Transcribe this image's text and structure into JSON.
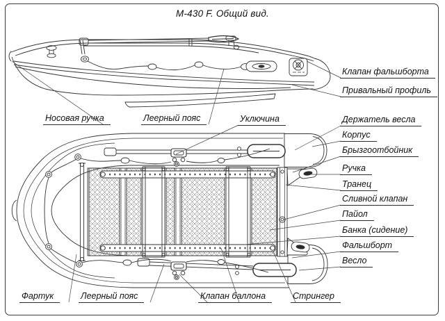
{
  "title": "М-430 F. Общий вид.",
  "colors": {
    "line": "#333333",
    "text": "#111111",
    "background": "#ffffff"
  },
  "parts": {
    "bow_handle": "Носовая ручка",
    "grab_rope_side": "Леерный пояс",
    "oarlock": "Уключина",
    "oar_holder": "Держатель весла",
    "bulwark_valve": "Клапан фальшборта",
    "rub_rail": "Привальный профиль",
    "hull": "Корпус",
    "splash_guard": "Брызгоотбойник",
    "handle": "Ручка",
    "transom": "Транец",
    "drain_valve": "Сливной клапан",
    "floorboard": "Пайол",
    "seat": "Банка (сидение)",
    "bulwark": "Фальшборт",
    "oar": "Весло",
    "apron": "Фартук",
    "grab_rope_bottom": "Леерный пояс",
    "tube_valve": "Клапан баллона",
    "stringer": "Стрингер"
  }
}
